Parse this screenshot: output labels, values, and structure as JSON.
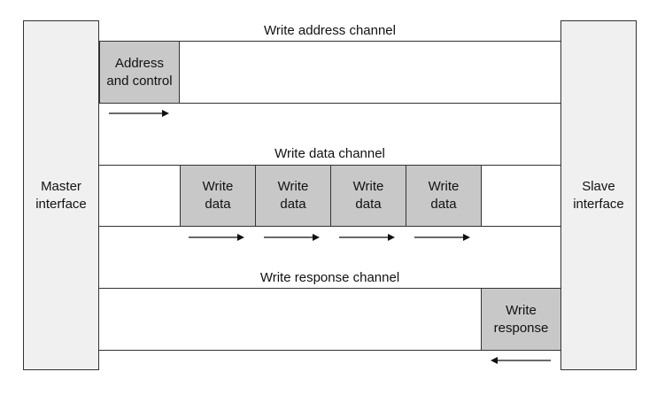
{
  "master": {
    "label_line1": "Master",
    "label_line2": "interface"
  },
  "slave": {
    "label_line1": "Slave",
    "label_line2": "interface"
  },
  "channels": {
    "write_address": {
      "title": "Write address channel",
      "box": {
        "line1": "Address",
        "line2": "and control"
      }
    },
    "write_data": {
      "title": "Write data channel",
      "boxes": [
        {
          "line1": "Write",
          "line2": "data"
        },
        {
          "line1": "Write",
          "line2": "data"
        },
        {
          "line1": "Write",
          "line2": "data"
        },
        {
          "line1": "Write",
          "line2": "data"
        }
      ]
    },
    "write_response": {
      "title": "Write response channel",
      "box": {
        "line1": "Write",
        "line2": "response"
      }
    }
  },
  "colors": {
    "interface_fill": "#f0f0f0",
    "box_fill": "#c8c8c8",
    "line": "#333333"
  }
}
